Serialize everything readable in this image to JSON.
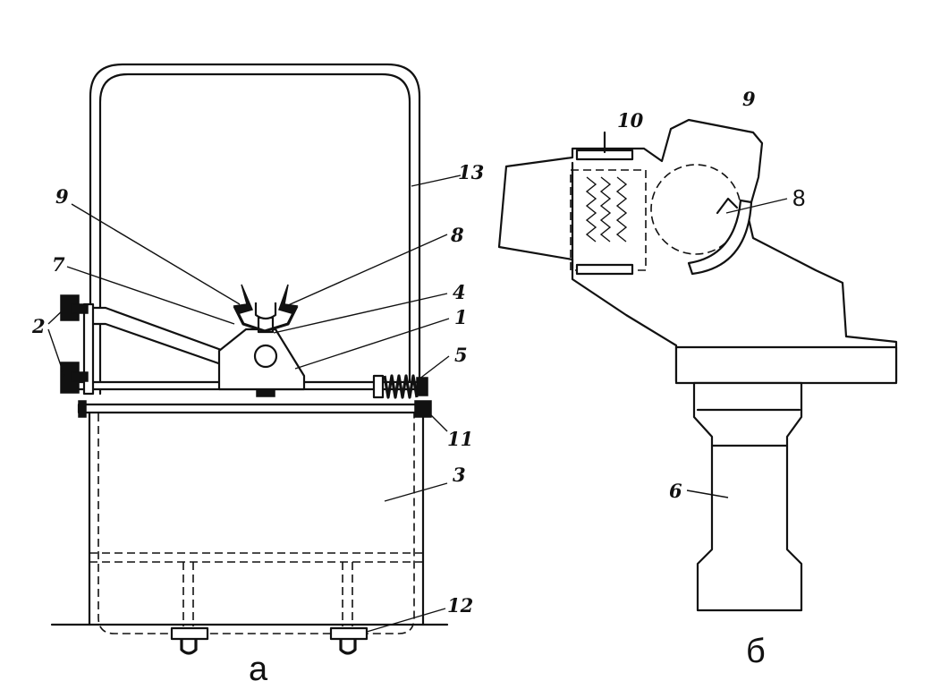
{
  "figure_a": {
    "panel_label": "а",
    "labels": {
      "l1": "1",
      "l2": "2",
      "l3": "3",
      "l4": "4",
      "l5": "5",
      "l7": "7",
      "l8": "8",
      "l9": "9",
      "l11": "11",
      "l12": "12",
      "l13": "13"
    }
  },
  "figure_b": {
    "panel_label": "б",
    "labels": {
      "l6": "6",
      "l8": "8",
      "l9": "9",
      "l10": "10"
    }
  }
}
